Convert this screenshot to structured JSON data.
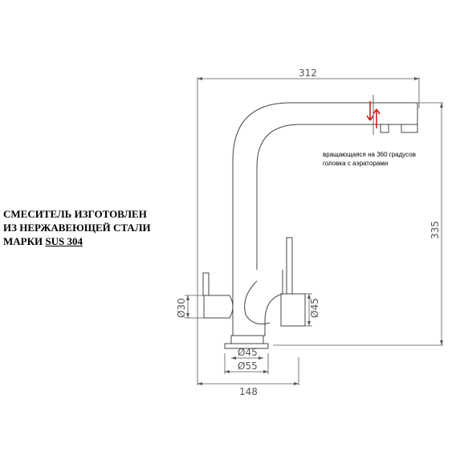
{
  "dimensions": {
    "total_width": "312",
    "total_height": "335",
    "spout_diameter": "Ø45",
    "side_handle_diameter": "Ø30",
    "base_diameter": "Ø45",
    "flange_diameter": "Ø55",
    "base_width": "148"
  },
  "annotation": {
    "line1": "вращающаяся на 360 градусов",
    "line2": "головка с аэраторами"
  },
  "spec": {
    "line1": "СМЕСИТЕЛЬ ИЗГОТОВЛЕН",
    "line2": "ИЗ НЕРЖАВЕЮЩЕЙ СТАЛИ",
    "line3_prefix": "МАРКИ ",
    "line3_material": "SUS 304"
  },
  "colors": {
    "line": "#444444",
    "arrow": "#cc2222"
  }
}
